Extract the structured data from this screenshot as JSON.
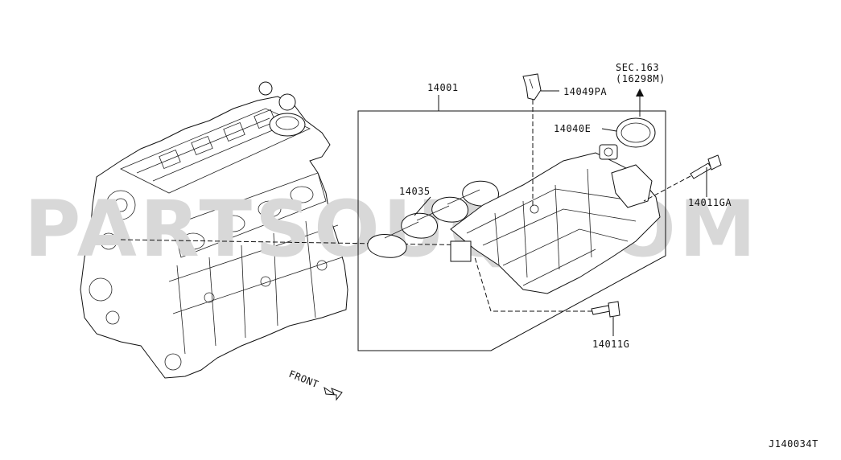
{
  "diagram": {
    "watermark": "PARTSOUQ.COM",
    "figure_code": "J140034T",
    "front_label": "FRONT",
    "callouts": {
      "manifold_assembly": "14001",
      "bracket_clip": "14049PA",
      "section_ref_line1": "SEC.163",
      "section_ref_line2": "(16298M)",
      "throttle_gasket": "14040E",
      "manifold_gasket": "14035",
      "bolt_upper": "14011GA",
      "bolt_lower": "14011G"
    }
  }
}
